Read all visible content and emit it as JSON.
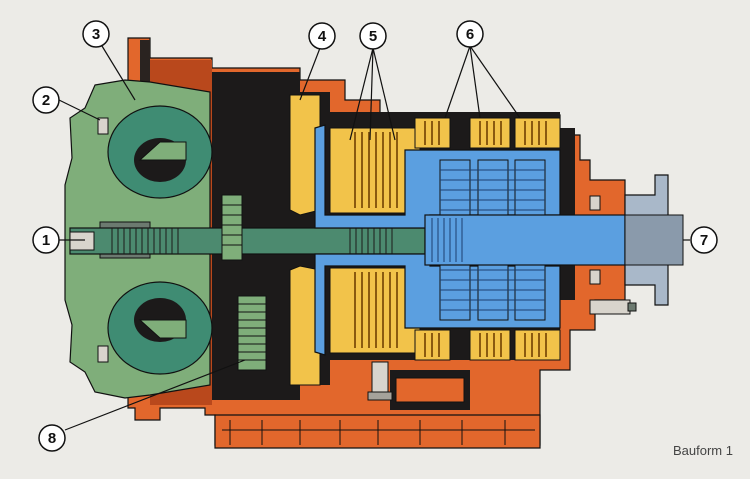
{
  "caption": "Bauform 1",
  "callouts": [
    {
      "number": "1"
    },
    {
      "number": "2"
    },
    {
      "number": "3"
    },
    {
      "number": "4"
    },
    {
      "number": "5"
    },
    {
      "number": "6"
    },
    {
      "number": "7"
    },
    {
      "number": "8"
    }
  ],
  "colors": {
    "background": "#ecebe7",
    "housing": "#e2672c",
    "housing_dark": "#b9481c",
    "converter_outer": "#7fae7a",
    "converter_inner": "#3f8c73",
    "gear_train": "#5b9fe0",
    "clutch_pack": "#f2c34a",
    "shaft": "#4c8a6f",
    "line": "#111111"
  }
}
